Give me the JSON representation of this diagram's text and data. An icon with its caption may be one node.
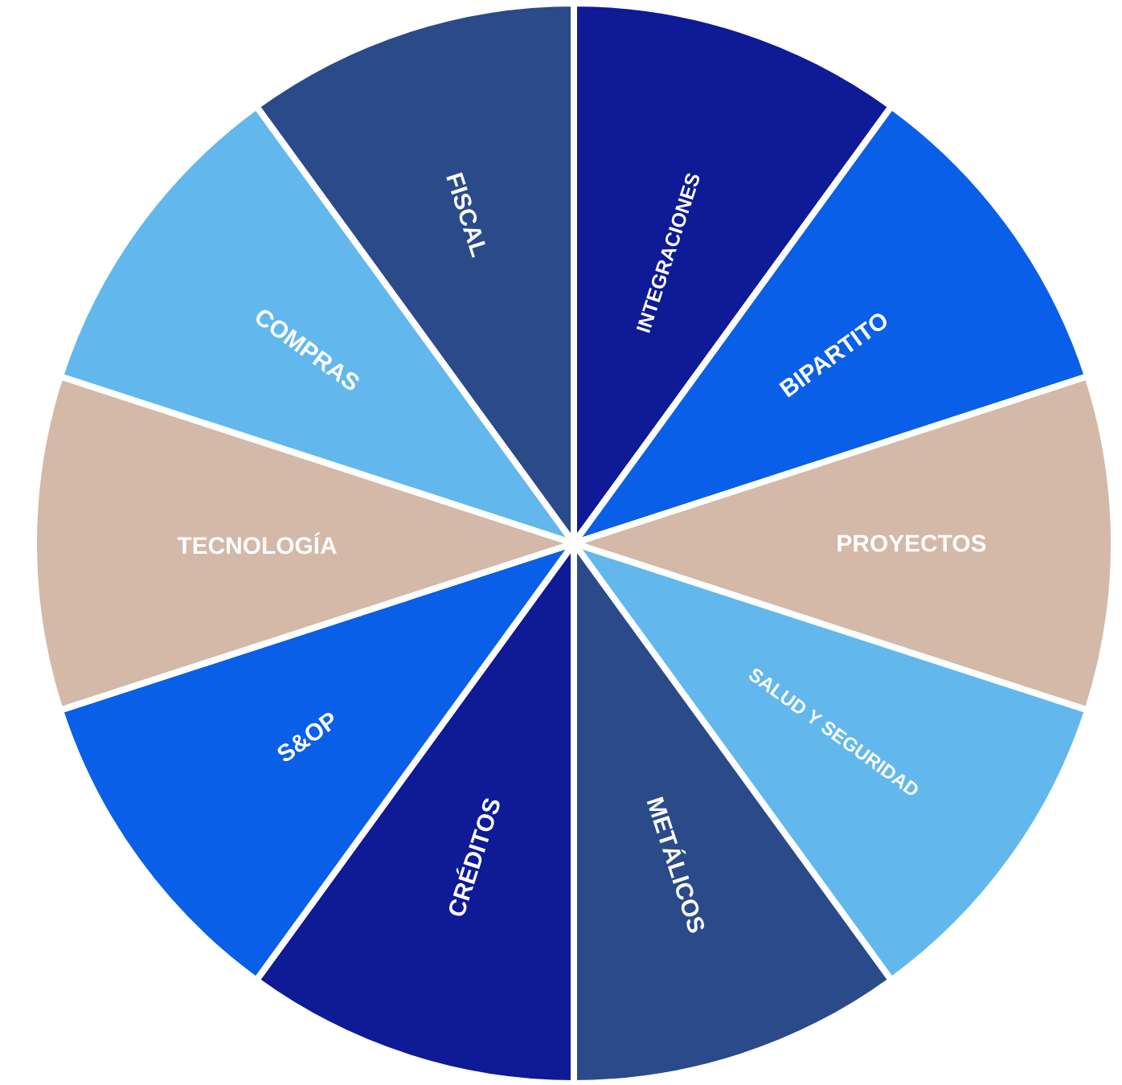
{
  "diagram": {
    "nodes": [
      {
        "text": [
          "FISCAL"
        ]
      },
      {
        "text": [
          "INTEGRACIONES"
        ]
      },
      {
        "text": [
          "BIPARTITO"
        ]
      },
      {
        "text": [
          "PROYECTOS"
        ]
      },
      {
        "text": [
          "SALUD Y SEGURIDAD"
        ]
      },
      {
        "text": [
          "METÁLICOS"
        ]
      },
      {
        "text": [
          "CRÉDITOS"
        ]
      },
      {
        "text": [
          "S&OP"
        ]
      },
      {
        "text": [
          "TECNOLOGÍA"
        ]
      },
      {
        "text": [
          "COMPRAS"
        ]
      }
    ]
  }
}
